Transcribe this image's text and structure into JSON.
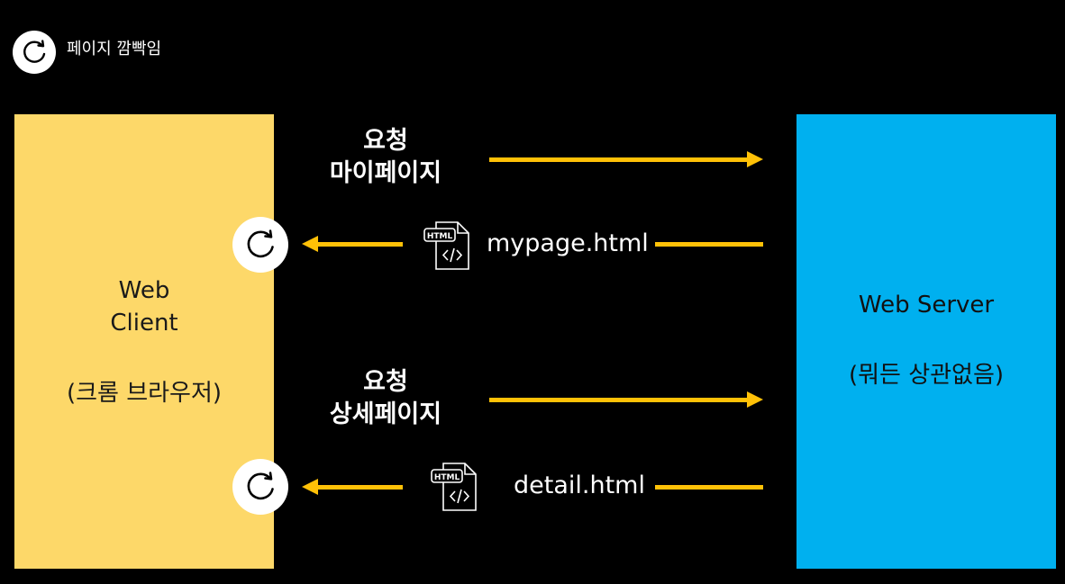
{
  "legend": {
    "icon": "refresh-icon",
    "label": "페이지 깜빡임"
  },
  "client": {
    "line1": "Web",
    "line2": "Client",
    "line3": "(크롬 브라우저)"
  },
  "server": {
    "line1": "Web Server",
    "line2": "(뭐든 상관없음)"
  },
  "flows": [
    {
      "request_line1": "요청",
      "request_line2": "마이페이지",
      "response_file": "mypage.html",
      "file_icon": "html-file-icon",
      "file_icon_text": "HTML"
    },
    {
      "request_line1": "요청",
      "request_line2": "상세페이지",
      "response_file": "detail.html",
      "file_icon": "html-file-icon",
      "file_icon_text": "HTML"
    }
  ],
  "colors": {
    "background": "#000000",
    "client_box": "#FDD869",
    "server_box": "#00B0EF",
    "arrow": "#FFC107"
  }
}
